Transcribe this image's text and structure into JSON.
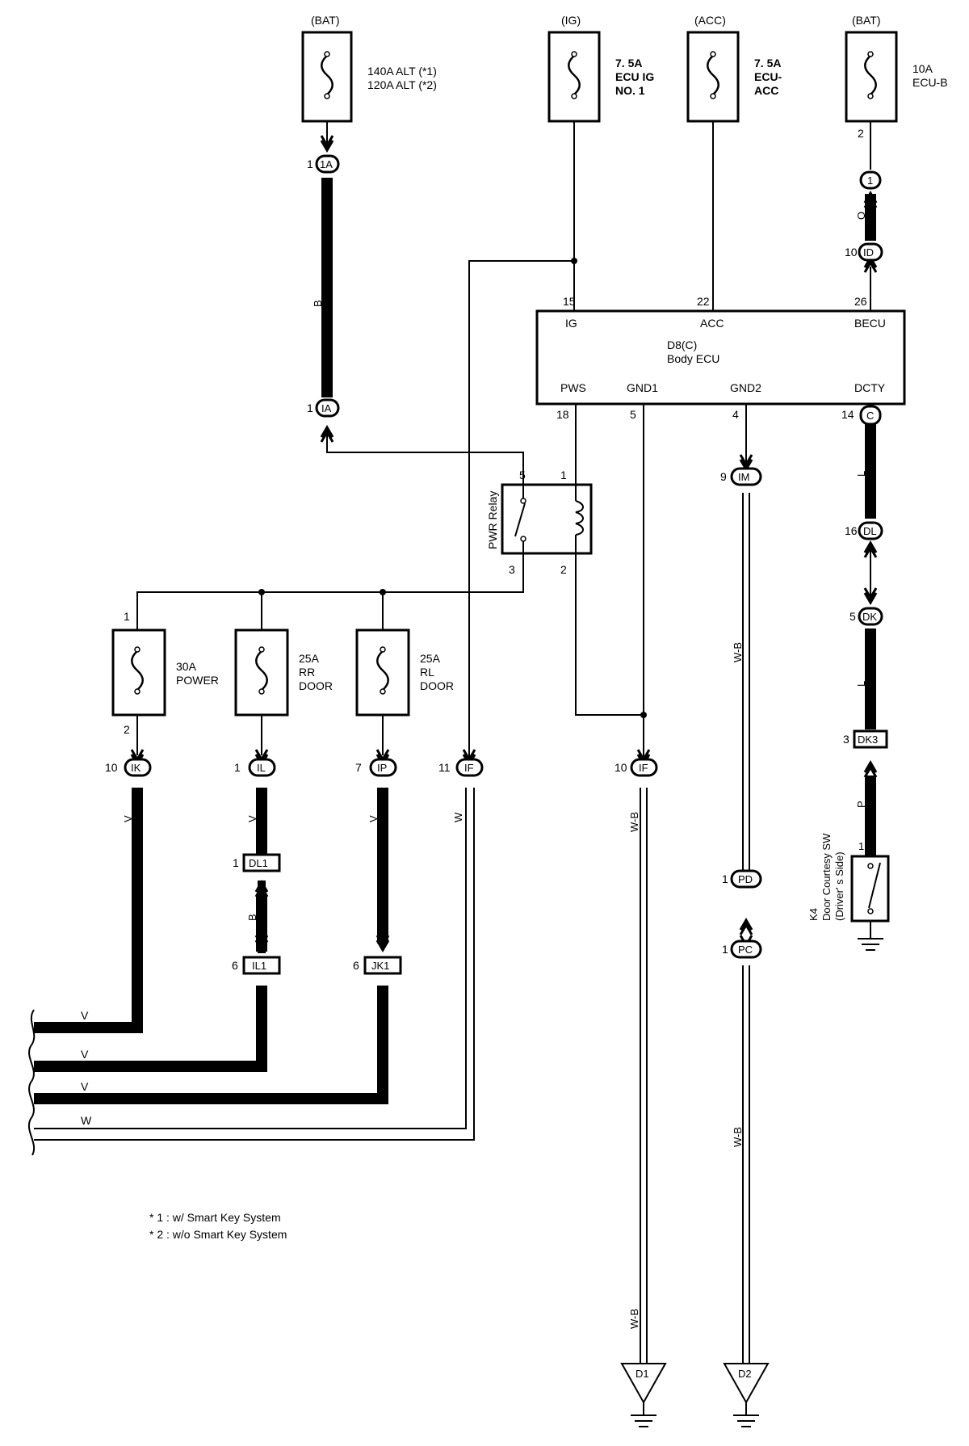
{
  "fuses": {
    "alt": {
      "source": "(BAT)",
      "line1": "140A ALT (*1)",
      "line2": "120A ALT (*2)"
    },
    "ecu_ig": {
      "source": "(IG)",
      "line1": "7. 5A",
      "line2": "ECU IG",
      "line3": "NO. 1"
    },
    "ecu_acc": {
      "source": "(ACC)",
      "line1": "7. 5A",
      "line2": "ECU-",
      "line3": "ACC"
    },
    "ecu_b": {
      "source": "(BAT)",
      "line1": "10A",
      "line2": "ECU-B",
      "pin": "2"
    },
    "power": {
      "line1": "30A",
      "line2": "POWER",
      "pin_in": "1",
      "pin_out": "2"
    },
    "rr_door": {
      "line1": "25A",
      "line2": "RR",
      "line3": "DOOR"
    },
    "rl_door": {
      "line1": "25A",
      "line2": "RL",
      "line3": "DOOR"
    }
  },
  "ecu": {
    "name": "D8(C)",
    "desc": "Body ECU",
    "pins_top": [
      {
        "num": "15",
        "name": "IG"
      },
      {
        "num": "22",
        "name": "ACC"
      },
      {
        "num": "26",
        "name": "BECU"
      }
    ],
    "pins_bottom": [
      {
        "num": "18",
        "name": "PWS"
      },
      {
        "num": "5",
        "name": "GND1"
      },
      {
        "num": "4",
        "name": "GND2"
      },
      {
        "num": "14",
        "name": "DCTY"
      }
    ]
  },
  "relay": {
    "name": "PWR Relay",
    "pins": [
      "5",
      "1",
      "3",
      "2"
    ]
  },
  "connectors": {
    "c1A_top": {
      "pin": "1",
      "code": "1A"
    },
    "c1A_bot": {
      "pin": "1",
      "code": "IA"
    },
    "c1": {
      "code": "1"
    },
    "cID": {
      "pin": "10",
      "code": "ID"
    },
    "cC": {
      "pin": "14",
      "code": "C"
    },
    "cDL": {
      "pin": "16",
      "code": "DL"
    },
    "cDK": {
      "pin": "5",
      "code": "DK"
    },
    "cDK3": {
      "pin": "3",
      "code": "DK3"
    },
    "cIM": {
      "pin": "9",
      "code": "IM"
    },
    "cIK": {
      "pin": "10",
      "code": "IK"
    },
    "cIL": {
      "pin": "1",
      "code": "IL"
    },
    "cIP": {
      "pin": "7",
      "code": "IP"
    },
    "cIF_a": {
      "pin": "11",
      "code": "IF"
    },
    "cIF_b": {
      "pin": "10",
      "code": "IF"
    },
    "cDL1": {
      "pin": "1",
      "code": "DL1"
    },
    "cIL1": {
      "pin": "6",
      "code": "IL1"
    },
    "cJK1": {
      "pin": "6",
      "code": "JK1"
    },
    "cPD": {
      "pin": "1",
      "code": "PD"
    },
    "cPC": {
      "pin": "1",
      "code": "PC"
    }
  },
  "wires": {
    "b_main": "B",
    "o": "O",
    "l1": "L",
    "l2": "L",
    "p": "P",
    "wb_im": "W-B",
    "wb_if": "W-B",
    "wb_pc": "W-B",
    "wb_d1": "W-B",
    "v_ik": "V",
    "v_il": "V",
    "v_ip": "V",
    "w_if": "W",
    "b_dl1": "B",
    "out1": "V",
    "out2": "V",
    "out3": "V",
    "out4": "W"
  },
  "switch": {
    "id": "K4",
    "name": "Door Courtesy SW",
    "side": "(Driver' s Side)",
    "pin": "1"
  },
  "grounds": {
    "d1": "D1",
    "d2": "D2"
  },
  "notes": [
    "* 1 : w/ Smart Key System",
    "* 2 : w/o Smart Key System"
  ]
}
